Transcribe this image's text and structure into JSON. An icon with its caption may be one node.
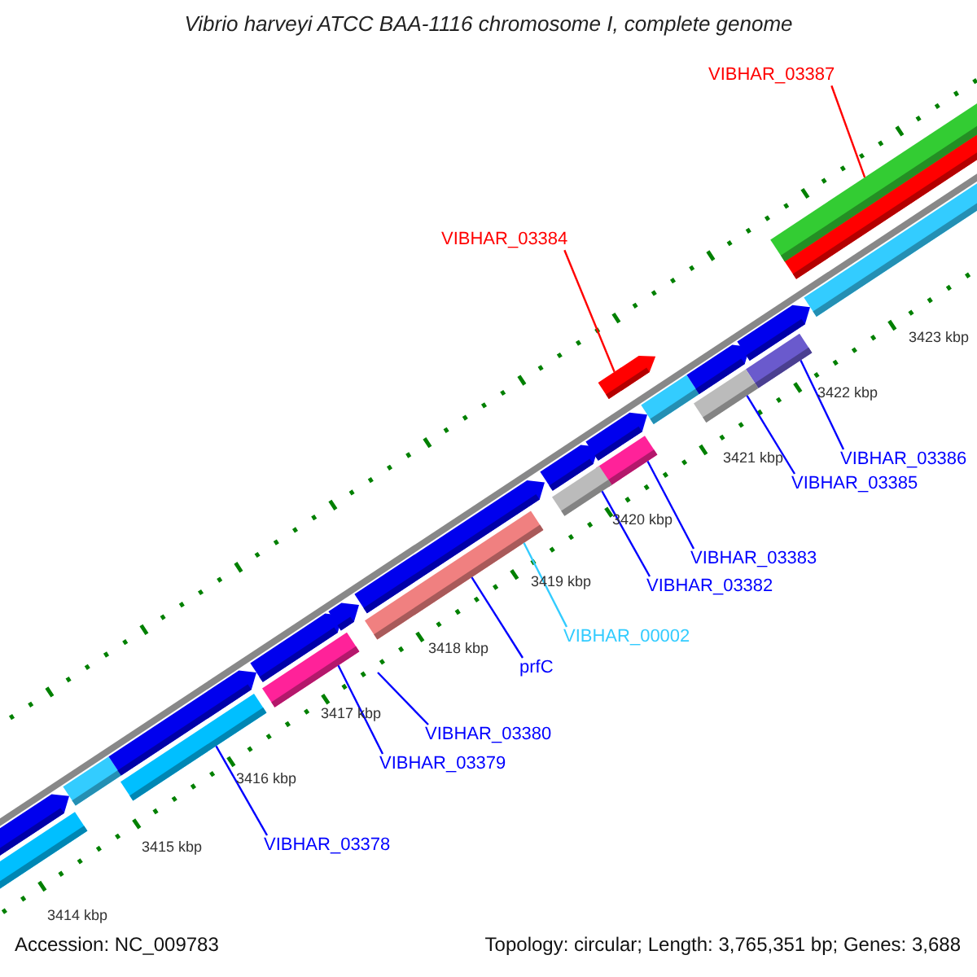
{
  "diagram": {
    "title": "Vibrio harveyi ATCC BAA-1116 chromosome I, complete genome",
    "nodes": [
      {
        "text": [
          "VIBHAR_03387"
        ]
      },
      {
        "text": [],
        "shape": "bar"
      },
      {
        "text": [
          "VIBHAR_03384"
        ]
      },
      {
        "text": [],
        "shape": "bar"
      },
      {
        "text": [
          "VIBHAR_03386"
        ]
      },
      {
        "text": [],
        "shape": "bar"
      },
      {
        "text": [
          "VIBHAR_03385"
        ]
      },
      {
        "text": [],
        "shape": "bar"
      },
      {
        "text": [
          "VIBHAR_03383"
        ]
      },
      {
        "text": [],
        "shape": "bar"
      },
      {
        "text": [
          "VIBHAR_03382"
        ]
      },
      {
        "text": [],
        "shape": "bar"
      },
      {
        "text": [
          "VIBHAR_00002"
        ]
      },
      {
        "text": [
          "prfC"
        ]
      },
      {
        "text": [],
        "shape": "bar"
      },
      {
        "text": [
          "VIBHAR_03380"
        ]
      },
      {
        "text": [
          "VIBHAR_03379"
        ]
      },
      {
        "text": [],
        "shape": "bar"
      },
      {
        "text": [
          "VIBHAR_03378"
        ]
      },
      {
        "text": [],
        "shape": "bar"
      },
      {
        "text": [],
        "shape": "bar"
      }
    ],
    "edges": [
      {
        "from": 0,
        "to": 1,
        "arrow": "none",
        "color": "#ff0000"
      },
      {
        "from": 2,
        "to": 3,
        "arrow": "none",
        "color": "#ff0000"
      },
      {
        "from": 4,
        "to": 5,
        "arrow": "none"
      },
      {
        "from": 6,
        "to": 7,
        "arrow": "none"
      },
      {
        "from": 8,
        "to": 9,
        "arrow": "none"
      },
      {
        "from": 10,
        "to": 11,
        "arrow": "none"
      },
      {
        "from": 12,
        "to": 14,
        "arrow": "none",
        "color": "#33ccff"
      },
      {
        "from": 13,
        "to": 14,
        "arrow": "none"
      },
      {
        "from": 15,
        "to": null,
        "arrow": "none"
      },
      {
        "from": 16,
        "to": 17,
        "arrow": "none"
      },
      {
        "from": 18,
        "to": 19,
        "arrow": "none"
      }
    ],
    "labels": [
      "3423 kbp",
      "3422 kbp",
      "3421 kbp",
      "3420 kbp",
      "3419 kbp",
      "3418 kbp",
      "3417 kbp",
      "3416 kbp",
      "3415 kbp",
      "3414 kbp",
      "Accession: NC_009783",
      "Topology: circular; Length: 3,765,351 bp; Genes: 3,688"
    ]
  }
}
